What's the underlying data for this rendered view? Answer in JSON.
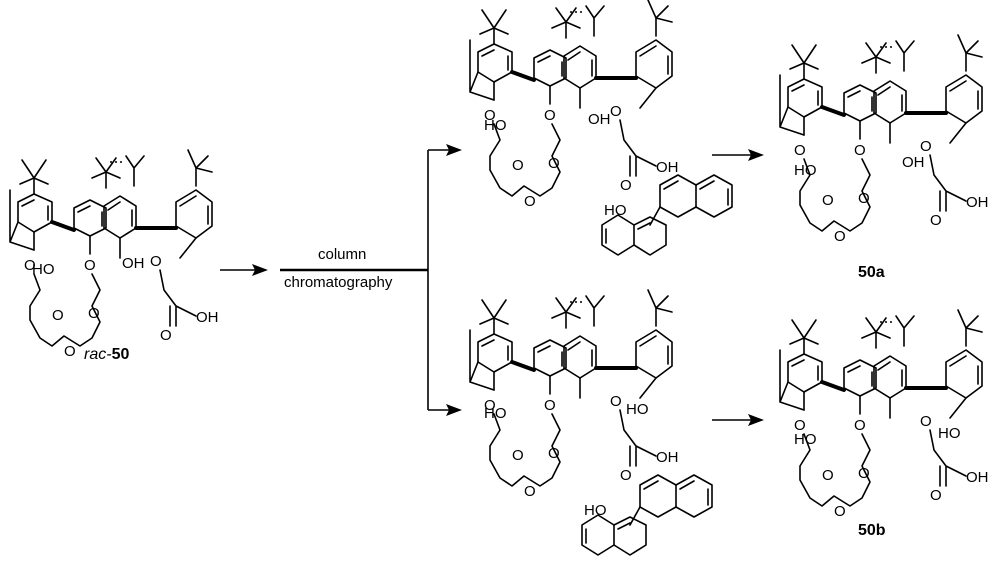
{
  "labels": {
    "rac_prefix": "rac-",
    "rac_number": "50",
    "product_a": "50a",
    "product_b": "50b"
  },
  "conditions": {
    "line1": "column",
    "line2": "chromatography"
  },
  "atoms": {
    "hydroxyl": "HO",
    "hydroxyl_right": "OH",
    "oxygen": "O"
  }
}
